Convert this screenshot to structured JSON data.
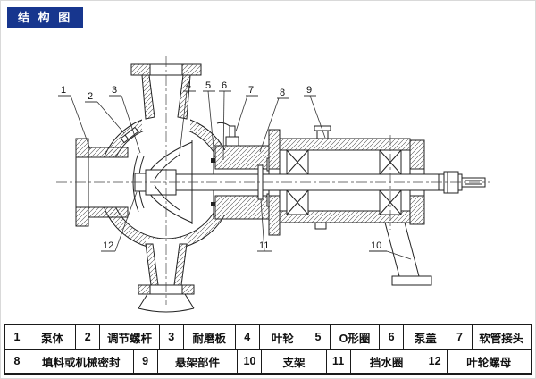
{
  "header": {
    "title": "结 构 图"
  },
  "colors": {
    "header_bg": "#17368e",
    "header_text": "#ffffff",
    "line_color": "#222222"
  },
  "diagram": {
    "callouts": [
      "1",
      "2",
      "3",
      "4",
      "5",
      "6",
      "7",
      "8",
      "9",
      "10",
      "11",
      "12"
    ]
  },
  "parts_table": {
    "rows": [
      [
        {
          "num": "1",
          "name": "泵体"
        },
        {
          "num": "2",
          "name": "调节螺杆"
        },
        {
          "num": "3",
          "name": "耐磨板"
        },
        {
          "num": "4",
          "name": "叶轮"
        },
        {
          "num": "5",
          "name": "O形圈"
        },
        {
          "num": "6",
          "name": "泵盖"
        },
        {
          "num": "7",
          "name": "软管接头"
        }
      ],
      [
        {
          "num": "8",
          "name": "填料或机械密封"
        },
        {
          "num": "9",
          "name": "悬架部件"
        },
        {
          "num": "10",
          "name": "支架"
        },
        {
          "num": "11",
          "name": "挡水圈"
        },
        {
          "num": "12",
          "name": "叶轮螺母"
        }
      ]
    ]
  }
}
